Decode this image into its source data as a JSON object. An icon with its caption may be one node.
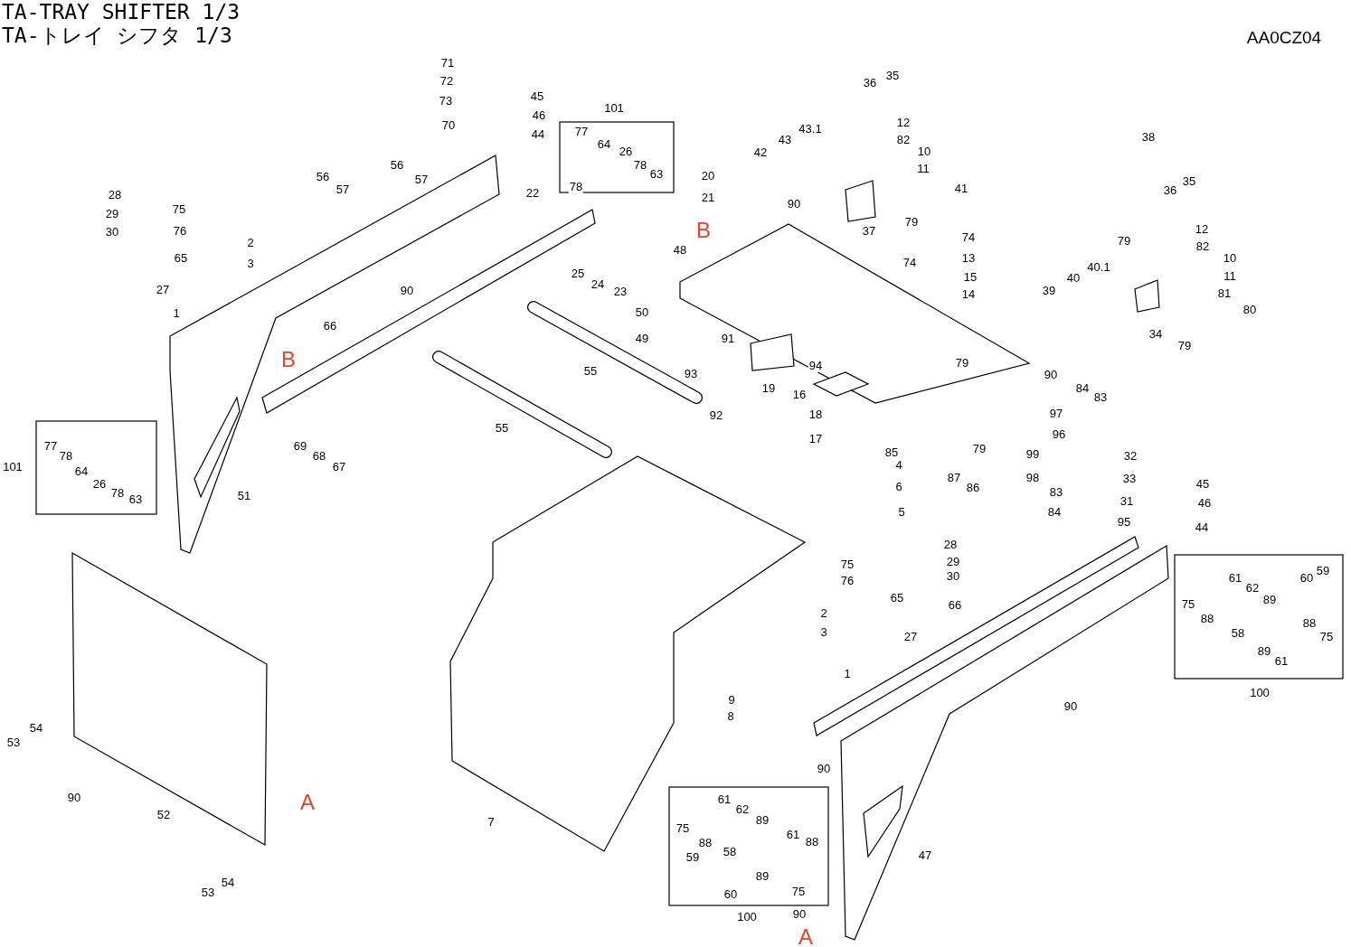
{
  "diagram": {
    "title": "TA-TRAY SHIFTER 1/3",
    "labels": [
      "TA-トレイ シフタ 1/3",
      "AA0CZ04",
      "71",
      "72",
      "73",
      "70",
      "45",
      "46",
      "44",
      "101",
      "77",
      "64",
      "26",
      "78",
      "63",
      "78",
      "36",
      "35",
      "12",
      "82",
      "10",
      "11",
      "43.1",
      "43",
      "42",
      "41",
      "37",
      "79",
      "74",
      "74",
      "13",
      "15",
      "14",
      "20",
      "21",
      "90",
      "B",
      "48",
      "56",
      "57",
      "56",
      "57",
      "22",
      "28",
      "29",
      "30",
      "75",
      "76",
      "2",
      "3",
      "65",
      "27",
      "1",
      "90",
      "66",
      "B",
      "25",
      "24",
      "23",
      "50",
      "49",
      "91",
      "93",
      "94",
      "19",
      "92",
      "55",
      "55",
      "16",
      "18",
      "17",
      "38",
      "35",
      "36",
      "12",
      "82",
      "10",
      "11",
      "79",
      "40.1",
      "40",
      "39",
      "81",
      "80",
      "34",
      "79",
      "90",
      "79",
      "84",
      "83",
      "97",
      "96",
      "85",
      "4",
      "79",
      "99",
      "87",
      "86",
      "98",
      "83",
      "6",
      "5",
      "84",
      "69",
      "68",
      "67",
      "51",
      "101",
      "77",
      "78",
      "64",
      "26",
      "78",
      "63",
      "32",
      "33",
      "45",
      "46",
      "31",
      "95",
      "44",
      "75",
      "76",
      "28",
      "29",
      "30",
      "65",
      "66",
      "2",
      "3",
      "27",
      "1",
      "61",
      "62",
      "60",
      "59",
      "75",
      "89",
      "88",
      "58",
      "88",
      "75",
      "89",
      "61",
      "100",
      "90",
      "9",
      "8",
      "53",
      "54",
      "90",
      "52",
      "A",
      "7",
      "53",
      "54",
      "90",
      "61",
      "62",
      "75",
      "89",
      "88",
      "58",
      "59",
      "61",
      "88",
      "89",
      "60",
      "75",
      "100",
      "47",
      "90",
      "A"
    ]
  }
}
